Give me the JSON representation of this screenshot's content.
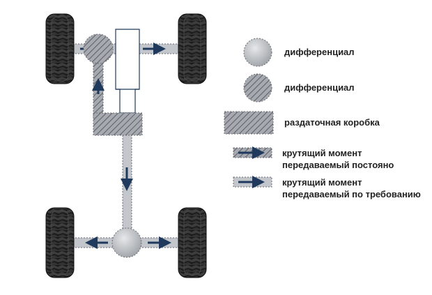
{
  "legend": {
    "items": [
      {
        "key": "differential-solid",
        "label": "дифференциал"
      },
      {
        "key": "differential-hatched",
        "label": "дифференциал"
      },
      {
        "key": "transfer-case",
        "label": "раздаточная коробка"
      },
      {
        "key": "torque-permanent",
        "label": "крутящий момент передаваемый постояно"
      },
      {
        "key": "torque-on-demand",
        "label": "крутящий момент передаваемый по требованию"
      }
    ]
  },
  "colors": {
    "shaft_fill": "#c3c7cc",
    "shaft_stroke": "#6a6e74",
    "arrow": "#1f3a5c",
    "tire_dark": "#1b1b1b",
    "tire_tread": "#3a3a3a",
    "differential_solid": "#b9bcc0",
    "hatch_bg": "#a6aab0",
    "hatch_line": "#5c6066",
    "engine_stroke": "#1f3a5c"
  },
  "icons": [
    "tire-icon",
    "differential-icon",
    "transfer-case-icon",
    "arrow-icon"
  ]
}
